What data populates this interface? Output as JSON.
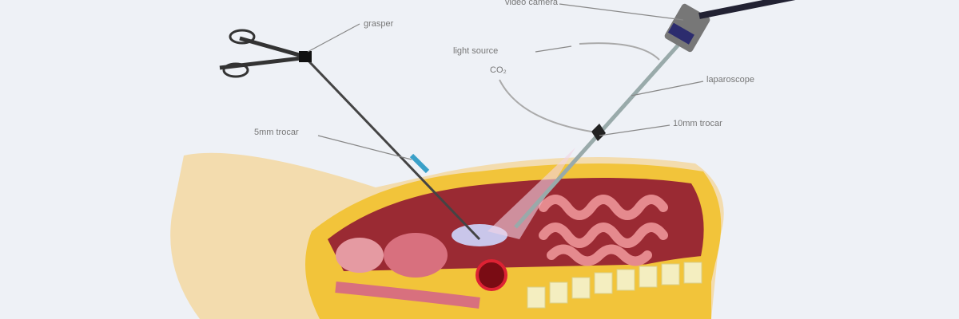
{
  "labels": {
    "video_camera": "video camera",
    "grasper": "grasper",
    "light_source": "light source",
    "co2": "CO₂",
    "laparoscope": "laparoscope",
    "trocar_10mm": "10mm trocar",
    "trocar_5mm": "5mm trocar"
  },
  "colors": {
    "background": "#eef1f6",
    "skin": "#f3dcae",
    "fat": "#f2c43a",
    "cavity": "#9a2a33",
    "intestine": "#e58a8e",
    "spine": "#f4eec0"
  }
}
